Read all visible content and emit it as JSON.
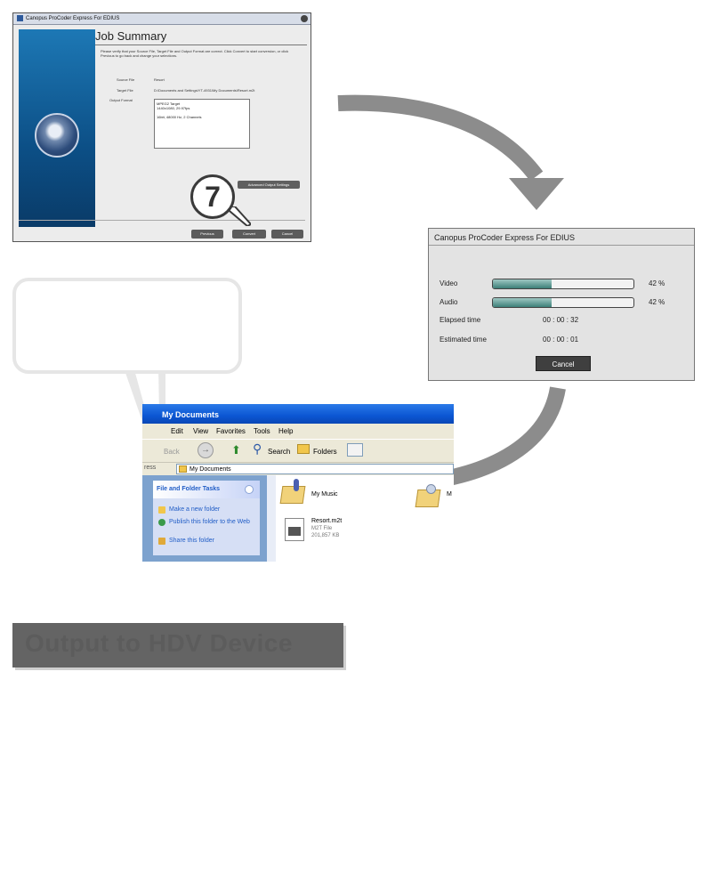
{
  "job_summary_window": {
    "title": "Canopus ProCoder Express For EDIUS",
    "heading": "Job Summary",
    "intro": "Please verify that your Source File, Target File and Output Format are correct. Click Convert to start conversion, or click Previous to go back and change your selections.",
    "source_label": "Source File",
    "source_value": "Resort",
    "target_label": "Target File",
    "target_value": "D:\\Documents and Settings\\YT-4931\\My Documents\\Resort.m2t",
    "format_label": "Output Format",
    "format_lines": [
      "MPEG2 Target",
      "1440x1080, 29.97fps",
      "",
      "16bit, 48000 Hz, 2 Channels"
    ],
    "advanced_button": "Advanced Output Settings",
    "buttons": [
      "Previous",
      "Convert",
      "Cancel"
    ]
  },
  "step_badge": "7",
  "progress_dialog": {
    "title": "Canopus ProCoder Express For EDIUS",
    "rows": [
      {
        "label": "Video",
        "fraction": 0.42,
        "pct": "42 %"
      },
      {
        "label": "Audio",
        "fraction": 0.42,
        "pct": "42 %"
      }
    ],
    "elapsed_label": "Elapsed time",
    "elapsed_value": "00 : 00 : 32",
    "estimated_label": "Estimated time",
    "estimated_value": "00 : 00 : 01",
    "cancel_label": "Cancel"
  },
  "explorer": {
    "title": "My Documents",
    "menu": [
      "Edit",
      "View",
      "Favorites",
      "Tools",
      "Help"
    ],
    "toolbar": {
      "back": "Back",
      "search": "Search",
      "folders": "Folders"
    },
    "address_label": "ress",
    "address_value": "My Documents",
    "tasks_header": "File and Folder Tasks",
    "tasks": [
      "Make a new folder",
      "Publish this folder to the Web",
      "Share this folder"
    ],
    "files": [
      {
        "name": "My Music"
      },
      {
        "name": "Resort.m2t",
        "type": "M2T File",
        "size": "201,857 KB"
      },
      {
        "name": "M"
      }
    ]
  },
  "section_banner": "Output to HDV Device",
  "colors": {
    "xp_title_blue": "#0b56d3",
    "tasks_panel": "#d6dff5",
    "progress_fill": "#3c7f78",
    "arrow_gray": "#8c8c8c",
    "banner": "#646464"
  }
}
